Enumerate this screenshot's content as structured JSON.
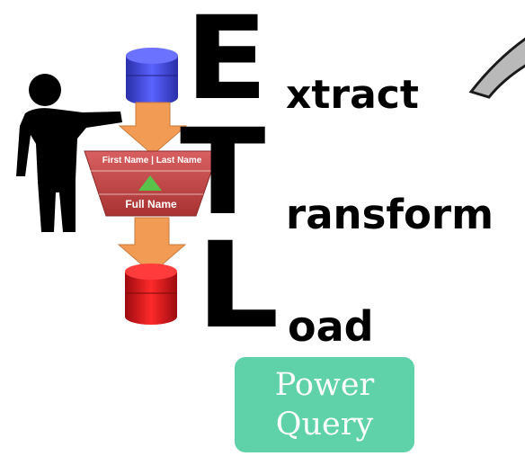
{
  "etl": {
    "e_letter": "E",
    "e_rest": "xtract",
    "t_letter": "T",
    "t_rest": "ransform",
    "l_letter": "L",
    "l_rest": "oad"
  },
  "funnel": {
    "header": "First Name | Last Name",
    "footer": "Full Name"
  },
  "badge": {
    "line1": "Power",
    "line2": "Query",
    "color": "#5fd2a9"
  },
  "colors": {
    "source_db": "#4a4fd8",
    "target_db": "#e0141c",
    "arrow": "#f29b55",
    "funnel": "#c34b4b",
    "triangle": "#58c24a"
  }
}
